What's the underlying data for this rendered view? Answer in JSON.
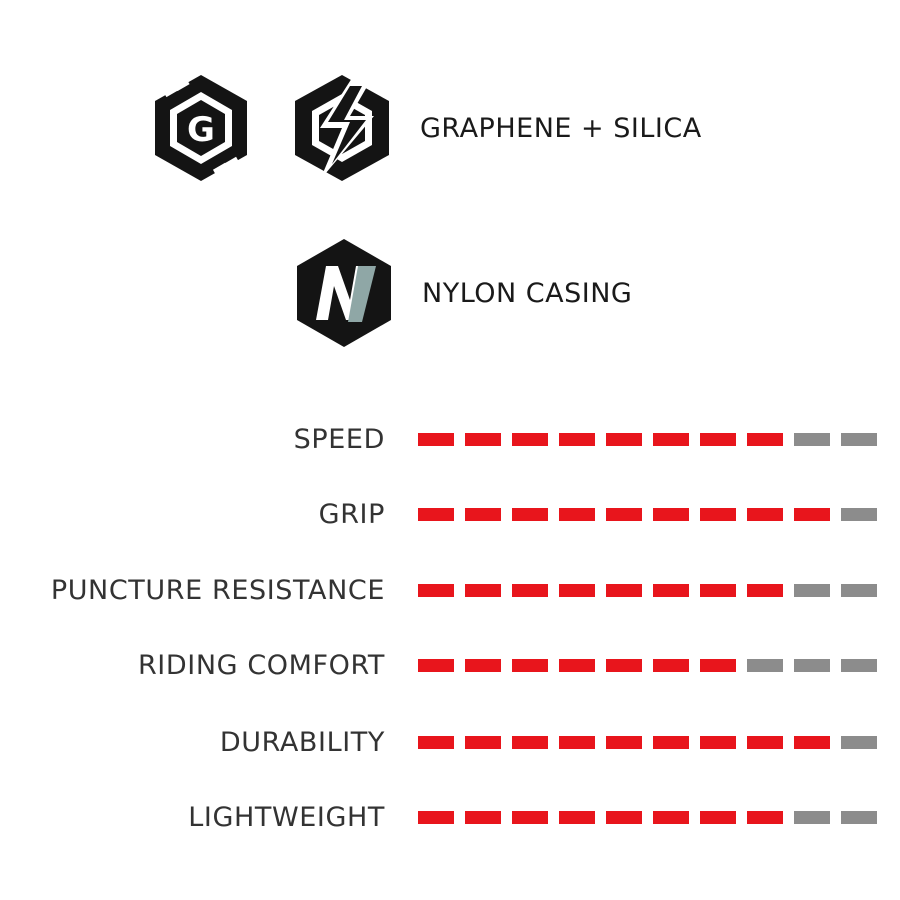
{
  "colors": {
    "filled": "#e8151c",
    "empty": "#8c8c8c",
    "icon_dark": "#141414",
    "nylon_stripe": "#8fa7a6"
  },
  "features": [
    {
      "label": "GRAPHENE + SILICA",
      "icons": [
        "graphene-g-icon",
        "silica-lightning-icon"
      ]
    },
    {
      "label": "NYLON CASING",
      "icons": [
        "nylon-n-icon"
      ]
    }
  ],
  "rating_scale": {
    "max": 10
  },
  "ratings": [
    {
      "label": "SPEED",
      "value": 8
    },
    {
      "label": "GRIP",
      "value": 9
    },
    {
      "label": "PUNCTURE RESISTANCE",
      "value": 8
    },
    {
      "label": "RIDING COMFORT",
      "value": 7
    },
    {
      "label": "DURABILITY",
      "value": 9
    },
    {
      "label": "LIGHTWEIGHT",
      "value": 8
    }
  ]
}
